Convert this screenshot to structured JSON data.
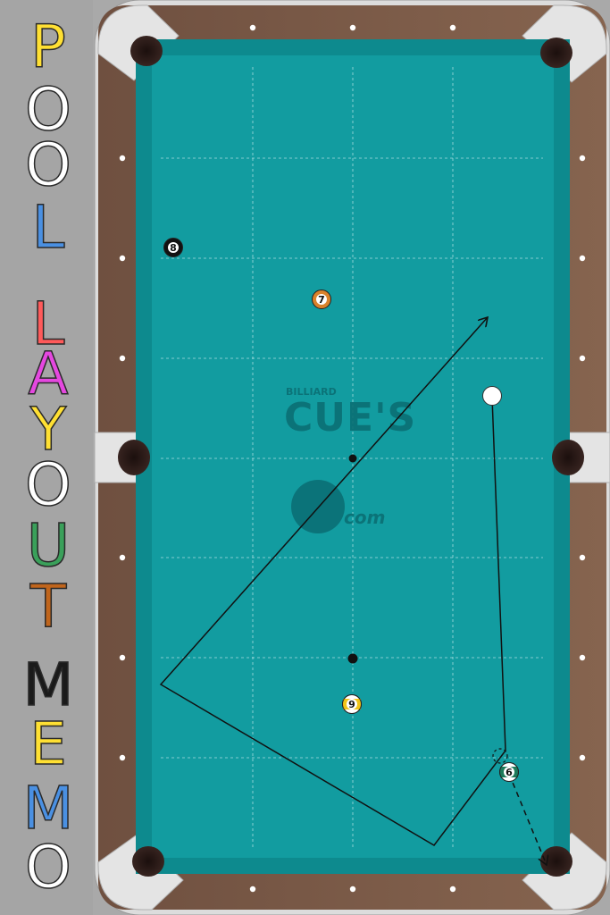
{
  "title": {
    "letters": [
      {
        "char": "P",
        "color": "#ffe033"
      },
      {
        "char": "O",
        "color": "#ffffff"
      },
      {
        "char": "O",
        "color": "#ffffff"
      },
      {
        "char": "L",
        "color": "#4a90e2"
      },
      {
        "char": "L",
        "color": "#ff5a5a"
      },
      {
        "char": "A",
        "color": "#e548e0"
      },
      {
        "char": "Y",
        "color": "#ffe033"
      },
      {
        "char": "O",
        "color": "#ffffff"
      },
      {
        "char": "U",
        "color": "#3aa05a"
      },
      {
        "char": "T",
        "color": "#c0651c"
      },
      {
        "char": "M",
        "color": "#1a1a1a"
      },
      {
        "char": "E",
        "color": "#ffe033"
      },
      {
        "char": "M",
        "color": "#4a90e2"
      },
      {
        "char": "O",
        "color": "#ffffff"
      }
    ]
  },
  "watermark": {
    "top_small": "BILLIARD",
    "brand": "CUE'S",
    "domain_suffix": "com"
  },
  "colors": {
    "cloth": "#119a9e",
    "cushion": "#0e8f93",
    "rail_wood": "#7a5a46",
    "rail_frame": "#d9d9d9",
    "pocket": "#2b1a17"
  },
  "balls": [
    {
      "label": "8",
      "type": "solid",
      "color": "#111111"
    },
    {
      "label": "7",
      "type": "solid",
      "color": "#d9822b"
    },
    {
      "label": "9",
      "type": "stripe",
      "color": "#f0c419"
    },
    {
      "label": "6",
      "type": "stripe",
      "color": "#1e7a5a"
    }
  ],
  "cue_ball": {
    "label": "",
    "color": "#ffffff"
  }
}
